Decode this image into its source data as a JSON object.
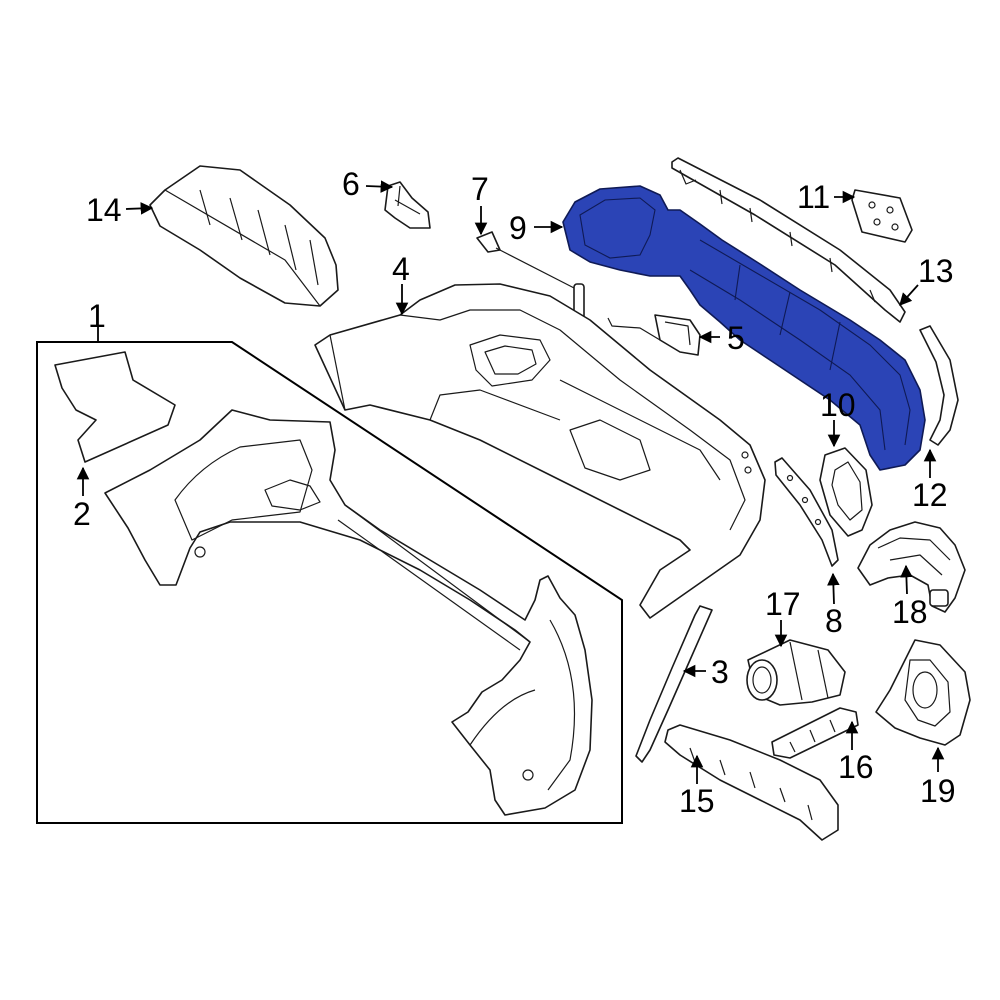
{
  "callouts": [
    "1",
    "2",
    "3",
    "4",
    "5",
    "6",
    "7",
    "8",
    "9",
    "10",
    "11",
    "12",
    "13",
    "14",
    "15",
    "16",
    "17",
    "18",
    "19"
  ],
  "colors": {
    "highlight": "#2b44b6",
    "line": "#1a1a1a",
    "background": "#ffffff"
  }
}
